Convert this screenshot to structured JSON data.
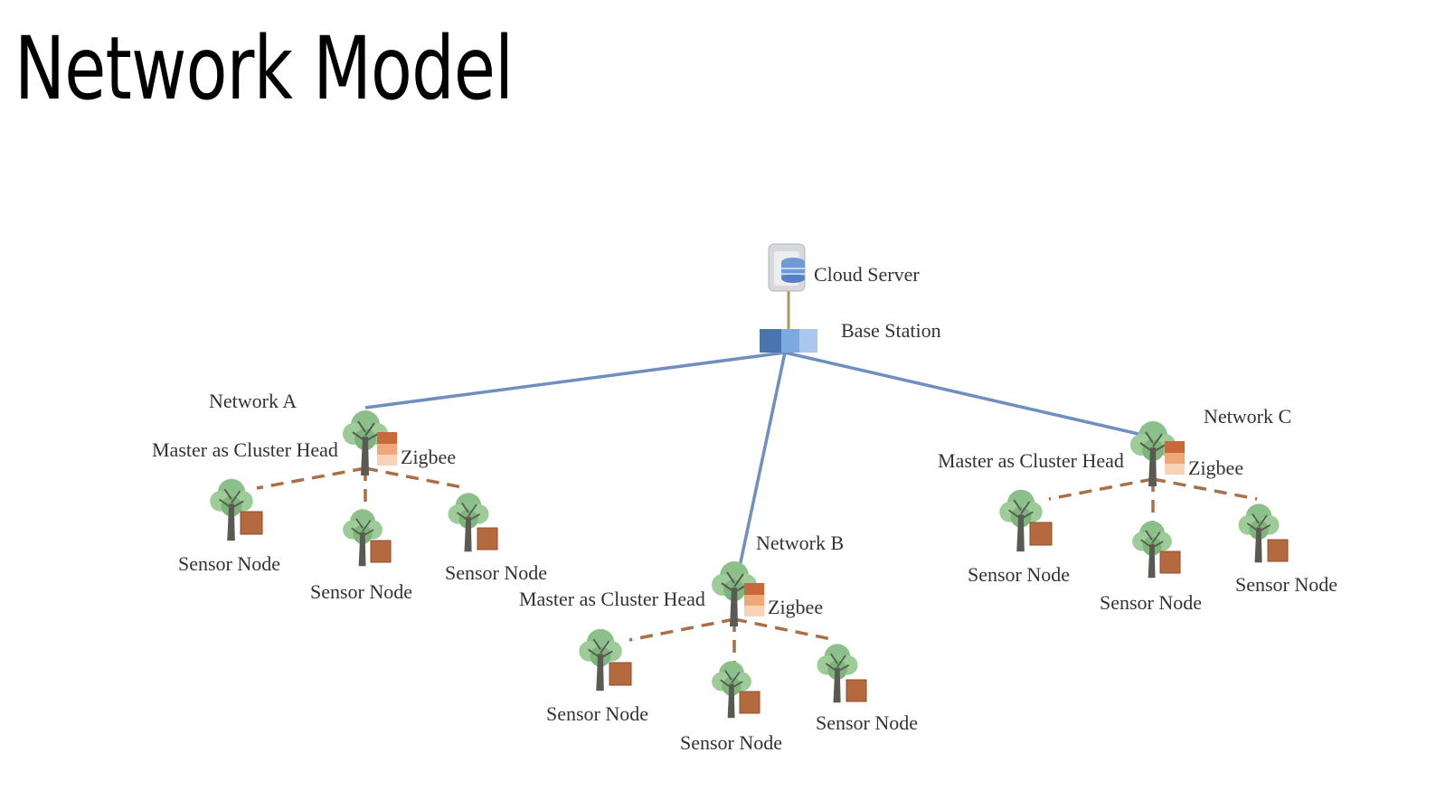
{
  "title": "Network Model",
  "diagram": {
    "cloud_server": "Cloud Server",
    "base_station": "Base Station",
    "networks": [
      {
        "name": "Network A",
        "master_label": "Master as Cluster Head",
        "protocol": "Zigbee",
        "sensor_nodes": [
          "Sensor Node",
          "Sensor Node",
          "Sensor Node"
        ]
      },
      {
        "name": "Network B",
        "master_label": "Master as Cluster Head",
        "protocol": "Zigbee",
        "sensor_nodes": [
          "Sensor Node",
          "Sensor Node",
          "Sensor Node"
        ]
      },
      {
        "name": "Network C",
        "master_label": "Master as Cluster Head",
        "protocol": "Zigbee",
        "sensor_nodes": [
          "Sensor Node",
          "Sensor Node",
          "Sensor Node"
        ]
      }
    ],
    "colors": {
      "backbone_link": "#6f8fc0",
      "server_link": "#a89a5a",
      "zigbee_link": "#a8704a",
      "tree_foliage": "#8cc08a",
      "tree_trunk": "#5a5a52",
      "sensor_box": "#b5693f",
      "base_station_dark": "#4a74ad",
      "base_station_light": "#a9c8ec"
    }
  }
}
